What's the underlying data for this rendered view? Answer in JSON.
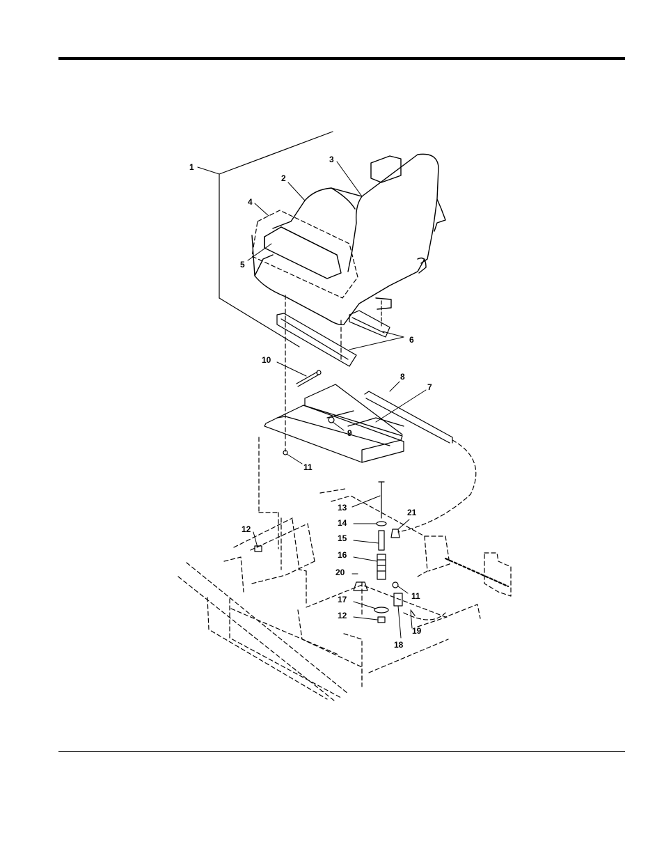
{
  "diagram": {
    "callouts": [
      "1",
      "2",
      "3",
      "4",
      "5",
      "6",
      "7",
      "8",
      "9",
      "10",
      "11",
      "11",
      "12",
      "12",
      "13",
      "14",
      "15",
      "16",
      "17",
      "18",
      "19",
      "20",
      "21"
    ]
  },
  "colors": {
    "ink": "#000000",
    "paper": "#ffffff"
  }
}
